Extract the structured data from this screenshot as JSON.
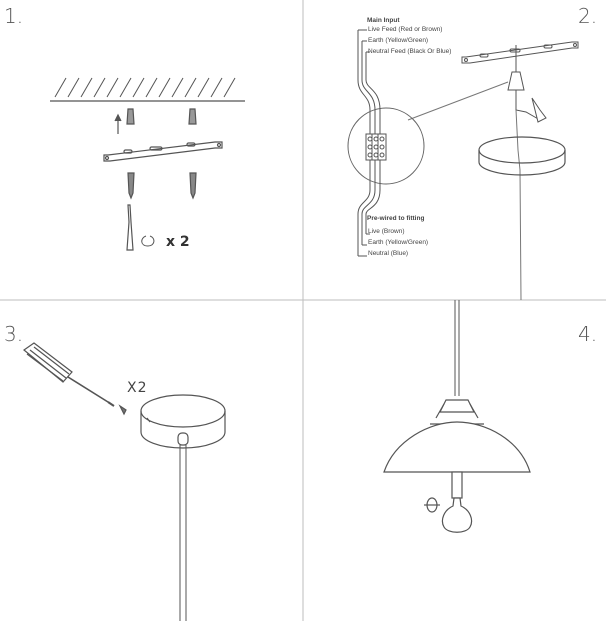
{
  "steps": {
    "s1": "1.",
    "s2": "2.",
    "s3": "3.",
    "s4": "4."
  },
  "step1": {
    "quantity": "x 2"
  },
  "step2": {
    "main_input": {
      "title": "Main Input",
      "live": "Live Feed (Red or Brown)",
      "earth": "Earth (Yellow/Green)",
      "neutral": "Neutral Feed (Black Or Blue)"
    },
    "prewired": {
      "title": "Pre-wired to fitting",
      "live": "Live (Brown)",
      "earth": "Earth (Yellow/Green)",
      "neutral": "Neutral (Blue)"
    }
  },
  "step3": {
    "quantity": "X2"
  }
}
